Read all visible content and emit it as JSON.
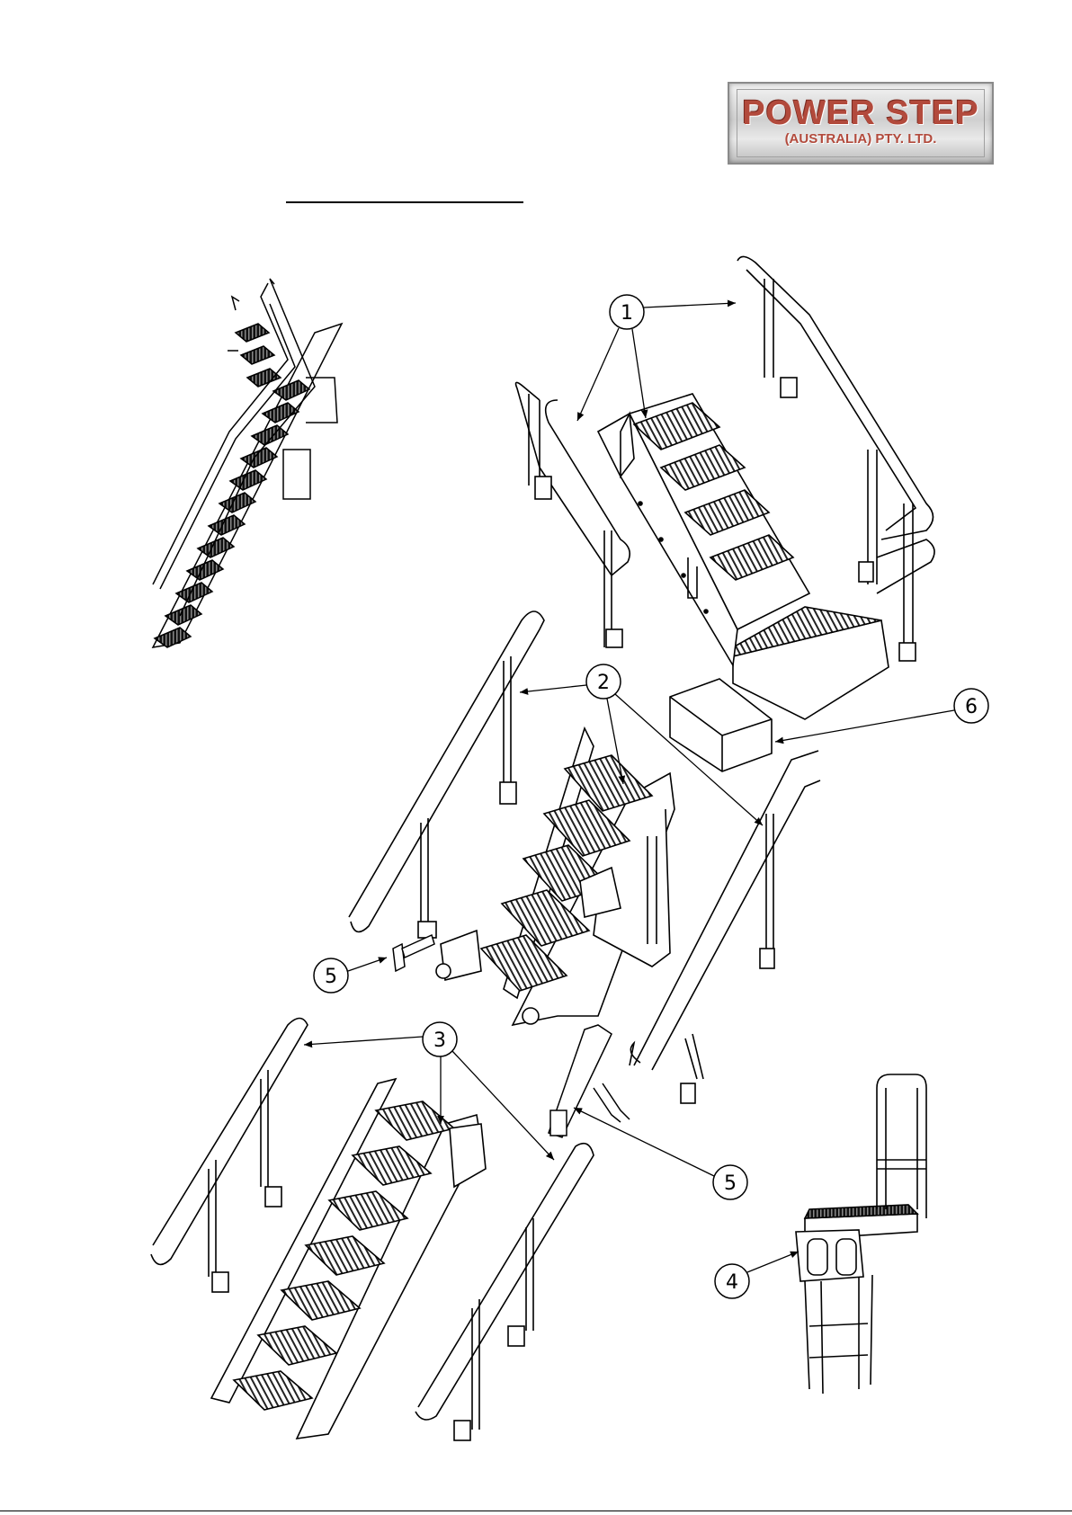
{
  "logo": {
    "main": "POWER STEP",
    "sub": "(AUSTRALIA) PTY. LTD."
  },
  "callouts": [
    "1",
    "2",
    "3",
    "4",
    "5",
    "5",
    "6"
  ]
}
